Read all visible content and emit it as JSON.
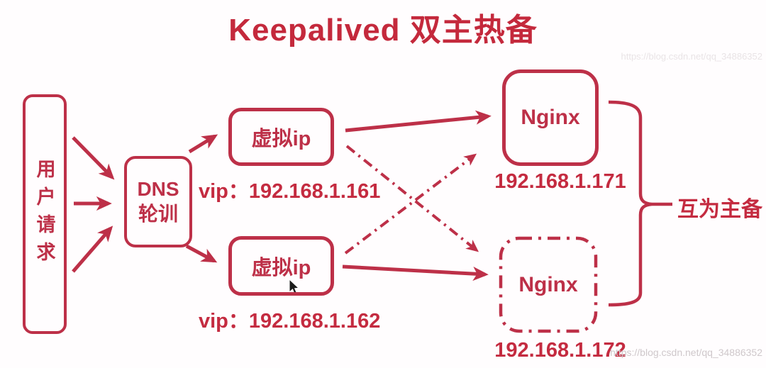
{
  "title": "Keepalived 双主热备",
  "colors": {
    "primary_red": "#bd3048",
    "title_red": "#c4293c",
    "watermark_gray": "#cfc8cb",
    "background": "#fffdfe"
  },
  "nodes": {
    "user": {
      "label": "用户请求"
    },
    "dns": {
      "line1": "DNS",
      "line2": "轮训"
    },
    "vip1": {
      "label": "虚拟ip",
      "caption": "vip：192.168.1.161"
    },
    "vip2": {
      "label": "虚拟ip",
      "caption": "vip：192.168.1.162"
    },
    "nginx1": {
      "label": "Nginx",
      "caption": "192.168.1.171",
      "border": "solid"
    },
    "nginx2": {
      "label": "Nginx",
      "caption": "192.168.1.172",
      "border": "dash-dot"
    }
  },
  "bracket": {
    "label": "互为主备"
  },
  "edges": [
    {
      "from": "user",
      "to": "dns",
      "style": "solid",
      "count": 3
    },
    {
      "from": "dns",
      "to": "vip1",
      "style": "solid"
    },
    {
      "from": "dns",
      "to": "vip2",
      "style": "solid"
    },
    {
      "from": "vip1",
      "to": "nginx1",
      "style": "solid"
    },
    {
      "from": "vip1",
      "to": "nginx2",
      "style": "dash-dot"
    },
    {
      "from": "vip2",
      "to": "nginx1",
      "style": "dash-dot"
    },
    {
      "from": "vip2",
      "to": "nginx2",
      "style": "solid"
    }
  ],
  "watermark": {
    "top": "https://blog.csdn.net/qq_34886352",
    "bottom": "https://blog.csdn.net/qq_34886352"
  }
}
